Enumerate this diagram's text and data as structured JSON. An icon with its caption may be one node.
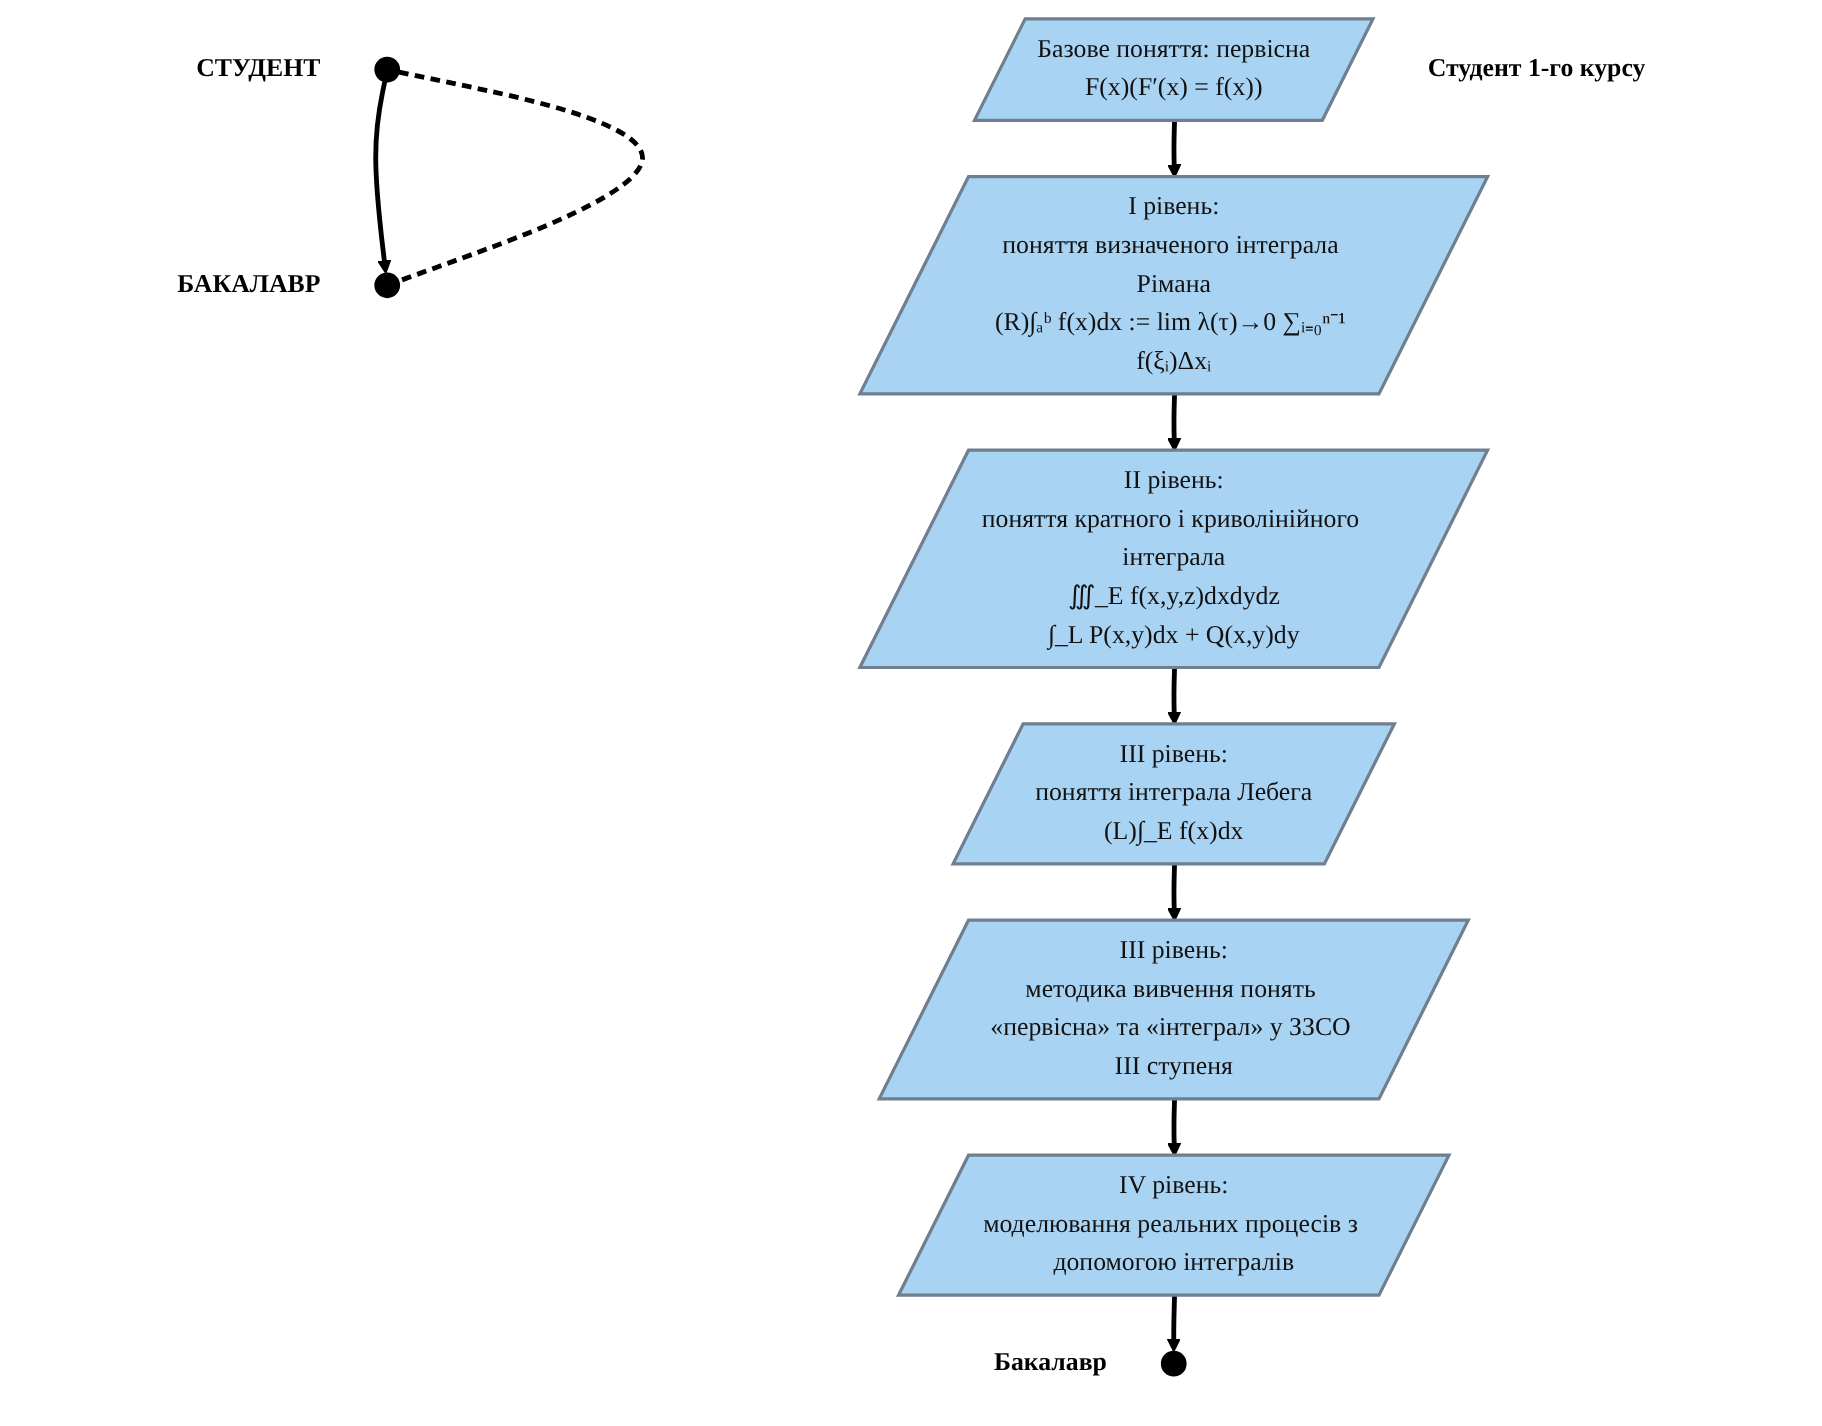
{
  "diagram": {
    "nodes": [
      {
        "text": [
          "III рівень:",
          "поняття інтеграла Лебега",
          "(L)∫_E f(x)dx"
        ]
      },
      {
        "text": [
          "II рівень:",
          "поняття кратного і криволінійного інтеграла",
          "∭_E f(x,y,z)dxdydz",
          "∫_L P(x,y)dx + Q(x,y)dy"
        ]
      },
      {
        "text": [
          "III рівень:",
          "методика вивчення понять «первісна» та «інтеграл» у ЗЗСО III ступеня"
        ]
      },
      {
        "text": [],
        "shape": "circle",
        "beside": [
          "БАКАЛАВР"
        ]
      },
      {
        "text": [
          "IV рівень:",
          "моделювання реальних процесів з допомогою інтегралів"
        ]
      },
      {
        "text": [],
        "shape": "circle",
        "beside": [
          "СТУДЕНТ"
        ]
      },
      {
        "text": [
          "I рівень:",
          "поняття визначеного інтеграла Рімана",
          "(R)∫ₐᵇ f(x)dx := lim λ(τ)→0 ∑ᵢ₌₀ⁿ⁻¹ f(ξᵢ)Δxᵢ"
        ]
      },
      {
        "text": [],
        "shape": "circle",
        "beside": [
          "Бакалавр"
        ]
      },
      {
        "text": [
          "Базове поняття: первісна",
          "F(x)(F′(x) = f(x))"
        ],
        "beside": [
          "Студент 1-го курсу"
        ]
      }
    ],
    "edges": [
      {
        "from": 8,
        "to": 6,
        "arrow": "to"
      },
      {
        "from": 6,
        "to": 1,
        "arrow": "to"
      },
      {
        "from": 1,
        "to": 0,
        "arrow": "to"
      },
      {
        "from": 0,
        "to": 2,
        "arrow": "to"
      },
      {
        "from": 2,
        "to": 4,
        "arrow": "to"
      },
      {
        "from": 4,
        "to": 7,
        "arrow": "to"
      },
      {
        "from": 5,
        "to": 3,
        "arrow": "to"
      },
      {
        "from": 5,
        "to": 3,
        "arrow": "none",
        "style": "dashed"
      }
    ]
  }
}
